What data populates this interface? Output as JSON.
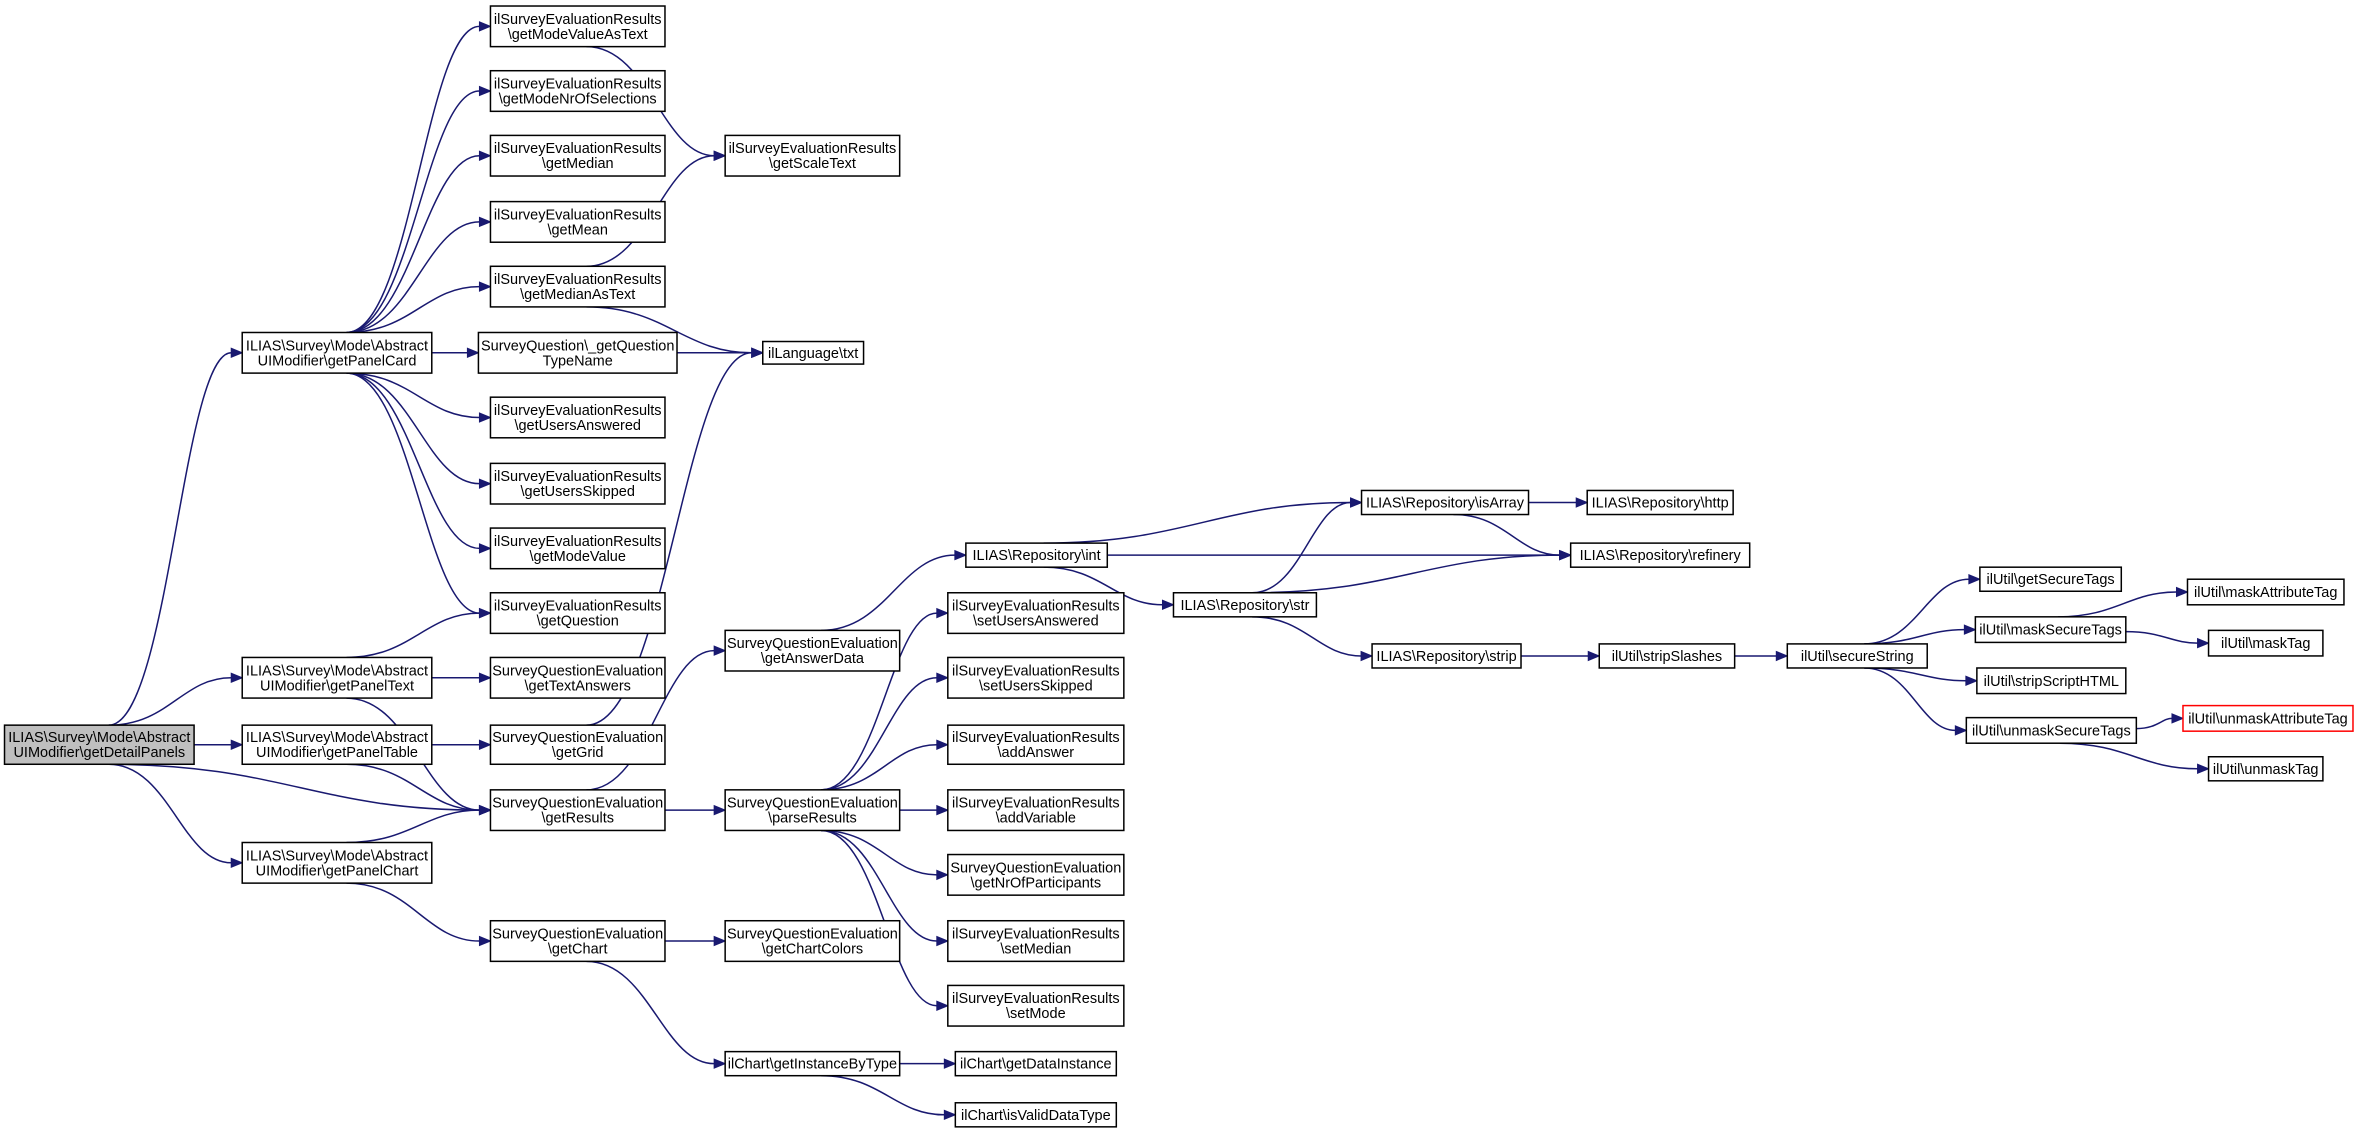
{
  "graph": {
    "root": "getDetailPanels",
    "nodes": [
      {
        "id": "getDetailPanels",
        "lines": [
          "ILIAS\\Survey\\Mode\\Abstract",
          "UIModifier\\getDetailPanels"
        ],
        "root": true
      },
      {
        "id": "getPanelCard",
        "lines": [
          "ILIAS\\Survey\\Mode\\Abstract",
          "UIModifier\\getPanelCard"
        ]
      },
      {
        "id": "getPanelText",
        "lines": [
          "ILIAS\\Survey\\Mode\\Abstract",
          "UIModifier\\getPanelText"
        ]
      },
      {
        "id": "getPanelTable",
        "lines": [
          "ILIAS\\Survey\\Mode\\Abstract",
          "UIModifier\\getPanelTable"
        ]
      },
      {
        "id": "getPanelChart",
        "lines": [
          "ILIAS\\Survey\\Mode\\Abstract",
          "UIModifier\\getPanelChart"
        ]
      },
      {
        "id": "getModeValueAsText",
        "lines": [
          "ilSurveyEvaluationResults",
          "\\getModeValueAsText"
        ]
      },
      {
        "id": "getModeNrOfSelections",
        "lines": [
          "ilSurveyEvaluationResults",
          "\\getModeNrOfSelections"
        ]
      },
      {
        "id": "getMedian",
        "lines": [
          "ilSurveyEvaluationResults",
          "\\getMedian"
        ]
      },
      {
        "id": "getMean",
        "lines": [
          "ilSurveyEvaluationResults",
          "\\getMean"
        ]
      },
      {
        "id": "getMedianAsText",
        "lines": [
          "ilSurveyEvaluationResults",
          "\\getMedianAsText"
        ]
      },
      {
        "id": "getQuestionTypeName",
        "lines": [
          "SurveyQuestion\\_getQuestion",
          "TypeName"
        ]
      },
      {
        "id": "getUsersAnswered",
        "lines": [
          "ilSurveyEvaluationResults",
          "\\getUsersAnswered"
        ]
      },
      {
        "id": "getUsersSkipped",
        "lines": [
          "ilSurveyEvaluationResults",
          "\\getUsersSkipped"
        ]
      },
      {
        "id": "getModeValue",
        "lines": [
          "ilSurveyEvaluationResults",
          "\\getModeValue"
        ]
      },
      {
        "id": "getQuestion",
        "lines": [
          "ilSurveyEvaluationResults",
          "\\getQuestion"
        ]
      },
      {
        "id": "getTextAnswers",
        "lines": [
          "SurveyQuestionEvaluation",
          "\\getTextAnswers"
        ]
      },
      {
        "id": "getGrid",
        "lines": [
          "SurveyQuestionEvaluation",
          "\\getGrid"
        ]
      },
      {
        "id": "getResults",
        "lines": [
          "SurveyQuestionEvaluation",
          "\\getResults"
        ]
      },
      {
        "id": "getChart",
        "lines": [
          "SurveyQuestionEvaluation",
          "\\getChart"
        ]
      },
      {
        "id": "getScaleText",
        "lines": [
          "ilSurveyEvaluationResults",
          "\\getScaleText"
        ]
      },
      {
        "id": "txt",
        "lines": [
          "ilLanguage\\txt"
        ]
      },
      {
        "id": "getAnswerData",
        "lines": [
          "SurveyQuestionEvaluation",
          "\\getAnswerData"
        ]
      },
      {
        "id": "parseResults",
        "lines": [
          "SurveyQuestionEvaluation",
          "\\parseResults"
        ]
      },
      {
        "id": "getChartColors",
        "lines": [
          "SurveyQuestionEvaluation",
          "\\getChartColors"
        ]
      },
      {
        "id": "getInstanceByType",
        "lines": [
          "ilChart\\getInstanceByType"
        ]
      },
      {
        "id": "repoInt",
        "lines": [
          "ILIAS\\Repository\\int"
        ]
      },
      {
        "id": "setUsersAnswered",
        "lines": [
          "ilSurveyEvaluationResults",
          "\\setUsersAnswered"
        ]
      },
      {
        "id": "setUsersSkipped",
        "lines": [
          "ilSurveyEvaluationResults",
          "\\setUsersSkipped"
        ]
      },
      {
        "id": "addAnswer",
        "lines": [
          "ilSurveyEvaluationResults",
          "\\addAnswer"
        ]
      },
      {
        "id": "addVariable",
        "lines": [
          "ilSurveyEvaluationResults",
          "\\addVariable"
        ]
      },
      {
        "id": "getNrOfParticipants",
        "lines": [
          "SurveyQuestionEvaluation",
          "\\getNrOfParticipants"
        ]
      },
      {
        "id": "setMedian",
        "lines": [
          "ilSurveyEvaluationResults",
          "\\setMedian"
        ]
      },
      {
        "id": "setMode",
        "lines": [
          "ilSurveyEvaluationResults",
          "\\setMode"
        ]
      },
      {
        "id": "getDataInstance",
        "lines": [
          "ilChart\\getDataInstance"
        ]
      },
      {
        "id": "isValidDataType",
        "lines": [
          "ilChart\\isValidDataType"
        ]
      },
      {
        "id": "repoStr",
        "lines": [
          "ILIAS\\Repository\\str"
        ]
      },
      {
        "id": "repoIsArray",
        "lines": [
          "ILIAS\\Repository\\isArray"
        ]
      },
      {
        "id": "repoStrip",
        "lines": [
          "ILIAS\\Repository\\strip"
        ]
      },
      {
        "id": "repoHttp",
        "lines": [
          "ILIAS\\Repository\\http"
        ]
      },
      {
        "id": "repoRefinery",
        "lines": [
          "ILIAS\\Repository\\refinery"
        ]
      },
      {
        "id": "stripSlashes",
        "lines": [
          "ilUtil\\stripSlashes"
        ]
      },
      {
        "id": "secureString",
        "lines": [
          "ilUtil\\secureString"
        ]
      },
      {
        "id": "getSecureTags",
        "lines": [
          "ilUtil\\getSecureTags"
        ]
      },
      {
        "id": "maskSecureTags",
        "lines": [
          "ilUtil\\maskSecureTags"
        ]
      },
      {
        "id": "stripScriptHTML",
        "lines": [
          "ilUtil\\stripScriptHTML"
        ]
      },
      {
        "id": "unmaskSecureTags",
        "lines": [
          "ilUtil\\unmaskSecureTags"
        ]
      },
      {
        "id": "maskAttributeTag",
        "lines": [
          "ilUtil\\maskAttributeTag"
        ]
      },
      {
        "id": "maskTag",
        "lines": [
          "ilUtil\\maskTag"
        ]
      },
      {
        "id": "unmaskAttributeTag",
        "lines": [
          "ilUtil\\unmaskAttributeTag"
        ],
        "truncated": true
      },
      {
        "id": "unmaskTag",
        "lines": [
          "ilUtil\\unmaskTag"
        ]
      }
    ],
    "edges": [
      [
        "getDetailPanels",
        "getPanelCard"
      ],
      [
        "getDetailPanels",
        "getPanelText"
      ],
      [
        "getDetailPanels",
        "getPanelTable"
      ],
      [
        "getDetailPanels",
        "getResults"
      ],
      [
        "getDetailPanels",
        "getPanelChart"
      ],
      [
        "getPanelCard",
        "getModeValueAsText"
      ],
      [
        "getPanelCard",
        "getModeNrOfSelections"
      ],
      [
        "getPanelCard",
        "getMedian"
      ],
      [
        "getPanelCard",
        "getMean"
      ],
      [
        "getPanelCard",
        "getMedianAsText"
      ],
      [
        "getPanelCard",
        "getQuestionTypeName"
      ],
      [
        "getPanelCard",
        "getUsersAnswered"
      ],
      [
        "getPanelCard",
        "getUsersSkipped"
      ],
      [
        "getPanelCard",
        "getModeValue"
      ],
      [
        "getPanelCard",
        "getQuestion"
      ],
      [
        "getModeValueAsText",
        "getScaleText"
      ],
      [
        "getMedianAsText",
        "getScaleText"
      ],
      [
        "getMedianAsText",
        "txt"
      ],
      [
        "getQuestionTypeName",
        "txt"
      ],
      [
        "getPanelText",
        "getQuestion"
      ],
      [
        "getPanelText",
        "getTextAnswers"
      ],
      [
        "getPanelText",
        "getResults"
      ],
      [
        "getPanelTable",
        "getGrid"
      ],
      [
        "getPanelTable",
        "getResults"
      ],
      [
        "getGrid",
        "txt"
      ],
      [
        "getPanelChart",
        "getResults"
      ],
      [
        "getPanelChart",
        "getChart"
      ],
      [
        "getResults",
        "getAnswerData"
      ],
      [
        "getResults",
        "parseResults"
      ],
      [
        "getAnswerData",
        "repoInt"
      ],
      [
        "parseResults",
        "setUsersAnswered"
      ],
      [
        "parseResults",
        "setUsersSkipped"
      ],
      [
        "parseResults",
        "addAnswer"
      ],
      [
        "parseResults",
        "addVariable"
      ],
      [
        "parseResults",
        "getNrOfParticipants"
      ],
      [
        "parseResults",
        "setMedian"
      ],
      [
        "parseResults",
        "setMode"
      ],
      [
        "getChart",
        "getChartColors"
      ],
      [
        "getChart",
        "getInstanceByType"
      ],
      [
        "getInstanceByType",
        "getDataInstance"
      ],
      [
        "getInstanceByType",
        "isValidDataType"
      ],
      [
        "repoInt",
        "repoIsArray"
      ],
      [
        "repoInt",
        "repoRefinery"
      ],
      [
        "repoInt",
        "repoStr"
      ],
      [
        "repoStr",
        "repoIsArray"
      ],
      [
        "repoStr",
        "repoRefinery"
      ],
      [
        "repoStr",
        "repoStrip"
      ],
      [
        "repoIsArray",
        "repoHttp"
      ],
      [
        "repoIsArray",
        "repoRefinery"
      ],
      [
        "repoStrip",
        "stripSlashes"
      ],
      [
        "stripSlashes",
        "secureString"
      ],
      [
        "secureString",
        "getSecureTags"
      ],
      [
        "secureString",
        "maskSecureTags"
      ],
      [
        "secureString",
        "stripScriptHTML"
      ],
      [
        "secureString",
        "unmaskSecureTags"
      ],
      [
        "maskSecureTags",
        "maskAttributeTag"
      ],
      [
        "maskSecureTags",
        "maskTag"
      ],
      [
        "unmaskSecureTags",
        "unmaskAttributeTag"
      ],
      [
        "unmaskSecureTags",
        "unmaskTag"
      ]
    ],
    "colors": {
      "edge": "#191970",
      "root_fill": "#bfbfbf",
      "node_fill": "#ffffff",
      "node_border": "#000000",
      "truncated_border": "#ff0000"
    }
  }
}
